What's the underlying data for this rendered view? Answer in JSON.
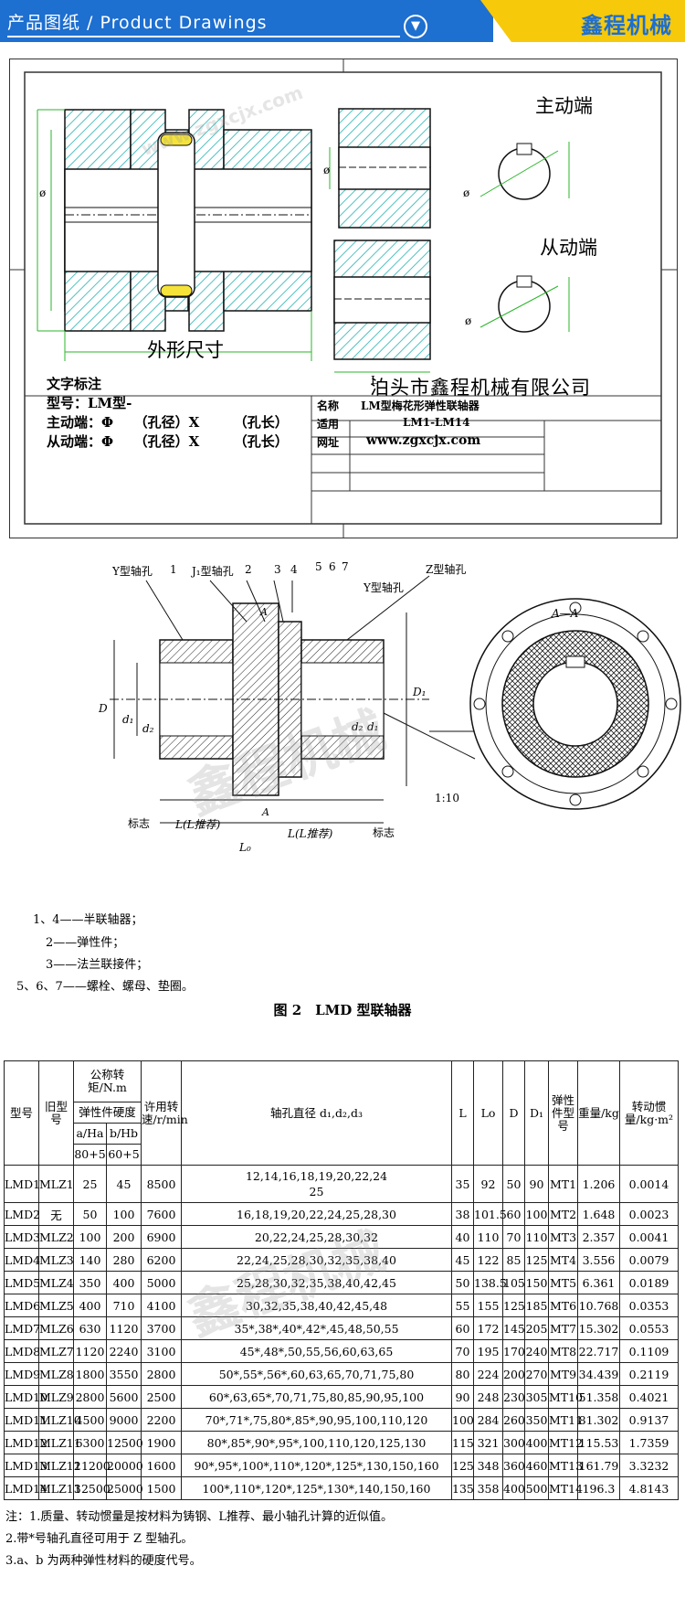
{
  "header": {
    "title": "产品图纸 / Product Drawings",
    "brand": "鑫程机械",
    "color_blue": "#1d6fd0",
    "color_yellow": "#f7c90b"
  },
  "sheet": {
    "drive_end": "主动端",
    "driven_end": "从动端",
    "outline_title": "外形尺寸",
    "text_label": "文字标注",
    "model_line": "型号：LM型-",
    "drive_line": "主动端：Φ　　（孔径）X　　　（孔长）",
    "driven_line": "从动端：Φ　　（孔径）X　　　（孔长）",
    "dim_phi": "ø",
    "dim_L": "L",
    "watermark": "www.zgxcjx.com",
    "title_block": {
      "company": "泊头市鑫程机械有限公司",
      "rows": [
        {
          "label": "名称",
          "value": "LM型梅花形弹性联轴器"
        },
        {
          "label": "适用",
          "value": "LM1-LM14"
        },
        {
          "label": "网址",
          "value": "www.zgxcjx.com"
        }
      ]
    }
  },
  "figure2": {
    "labels": {
      "y_bore": "Y型轴孔",
      "j1_bore": "J₁型轴孔",
      "z_bore": "Z型轴孔",
      "y_bore2": "Y型轴孔",
      "section": "A—A",
      "n1": "1",
      "n2": "2",
      "n3": "3",
      "n4": "4",
      "n5": "5",
      "n6": "6",
      "n7": "7",
      "A_top": "A",
      "A_bottom": "A",
      "D": "D",
      "D1": "D₁",
      "d1": "d₁",
      "dz": "d₂",
      "d1r": "d₁",
      "dzr": "d₂",
      "taper": "1:10",
      "mark_left": "标志",
      "mark_right": "标志",
      "L_left": "L(L推荐)",
      "L_right": "L(L推荐)",
      "L0": "L₀"
    },
    "legend": [
      "1、4——半联轴器；",
      "2——弹性件；",
      "3——法兰联接件；",
      "5、6、7——螺栓、螺母、垫圈。"
    ],
    "caption": "图 2　LMD 型联轴器"
  },
  "table": {
    "headers": {
      "model": "型号",
      "old_model": "旧型号",
      "torque": "公称转矩/N.m",
      "hardness": "弹性件硬度",
      "ha": "a/Ha",
      "hb": "b/Hb",
      "ha_v": "80+5",
      "hb_v": "60+5",
      "speed": "许用转速/r/min",
      "bore": "轴孔直径 d₁,d₂,d₃",
      "L": "L",
      "L0": "Lo",
      "D": "D",
      "D1": "D₁",
      "elastic": "弹性件型号",
      "weight": "重量/kg",
      "inertia": "转动惯量/kg·m²"
    },
    "rows": [
      [
        "LMD1",
        "MLZ1",
        "25",
        "45",
        "8500",
        "12,14,16,18,19,20,22,24\n25",
        "35",
        "92",
        "50",
        "90",
        "MT1",
        "1.206",
        "0.0014"
      ],
      [
        "LMD2",
        "无",
        "50",
        "100",
        "7600",
        "16,18,19,20,22,24,25,28,30",
        "38",
        "101.5",
        "60",
        "100",
        "MT2",
        "1.648",
        "0.0023"
      ],
      [
        "LMD3",
        "MLZ2",
        "100",
        "200",
        "6900",
        "20,22,24,25,28,30,32",
        "40",
        "110",
        "70",
        "110",
        "MT3",
        "2.357",
        "0.0041"
      ],
      [
        "LMD4",
        "MLZ3",
        "140",
        "280",
        "6200",
        "22,24,25,28,30,32,35,38,40",
        "45",
        "122",
        "85",
        "125",
        "MT4",
        "3.556",
        "0.0079"
      ],
      [
        "LMD5",
        "MLZ4",
        "350",
        "400",
        "5000",
        "25,28,30,32,35,38,40,42,45",
        "50",
        "138.5",
        "105",
        "150",
        "MT5",
        "6.361",
        "0.0189"
      ],
      [
        "LMD6",
        "MLZ5",
        "400",
        "710",
        "4100",
        "30,32,35,38,40,42,45,48",
        "55",
        "155",
        "125",
        "185",
        "MT6",
        "10.768",
        "0.0353"
      ],
      [
        "LMD7",
        "MLZ6",
        "630",
        "1120",
        "3700",
        "35*,38*,40*,42*,45,48,50,55",
        "60",
        "172",
        "145",
        "205",
        "MT7",
        "15.302",
        "0.0553"
      ],
      [
        "LMD8",
        "MLZ7",
        "1120",
        "2240",
        "3100",
        "45*,48*,50,55,56,60,63,65",
        "70",
        "195",
        "170",
        "240",
        "MT8",
        "22.717",
        "0.1109"
      ],
      [
        "LMD9",
        "MLZ8",
        "1800",
        "3550",
        "2800",
        "50*,55*,56*,60,63,65,70,71,75,80",
        "80",
        "224",
        "200",
        "270",
        "MT9",
        "34.439",
        "0.2119"
      ],
      [
        "LMD10",
        "MLZ9",
        "2800",
        "5600",
        "2500",
        "60*,63,65*,70,71,75,80,85,90,95,100",
        "90",
        "248",
        "230",
        "305",
        "MT10",
        "51.358",
        "0.4021"
      ],
      [
        "LMD11",
        "MLZ10",
        "4500",
        "9000",
        "2200",
        "70*,71*,75,80*,85*,90,95,100,110,120",
        "100",
        "284",
        "260",
        "350",
        "MT11",
        "81.302",
        "0.9137"
      ],
      [
        "LMD12",
        "MLZ11",
        "6300",
        "12500",
        "1900",
        "80*,85*,90*,95*,100,110,120,125,130",
        "115",
        "321",
        "300",
        "400",
        "MT12",
        "115.53",
        "1.7359"
      ],
      [
        "LMD13",
        "MLZ12",
        "11200",
        "20000",
        "1600",
        "90*,95*,100*,110*,120*,125*,130,150,160",
        "125",
        "348",
        "360",
        "460",
        "MT13",
        "161.79",
        "3.3232"
      ],
      [
        "LMD14",
        "MLZ13",
        "12500",
        "25000",
        "1500",
        "100*,110*,120*,125*,130*,140,150,160",
        "135",
        "358",
        "400",
        "500",
        "MT14",
        "196.3",
        "4.8143"
      ]
    ],
    "notes": [
      "注：1.质量、转动惯量是按材料为铸钢、L推荐、最小轴孔计算的近似值。",
      "2.带*号轴孔直径可用于 Z 型轴孔。",
      "3.a、b 为两种弹性材料的硬度代号。"
    ]
  }
}
